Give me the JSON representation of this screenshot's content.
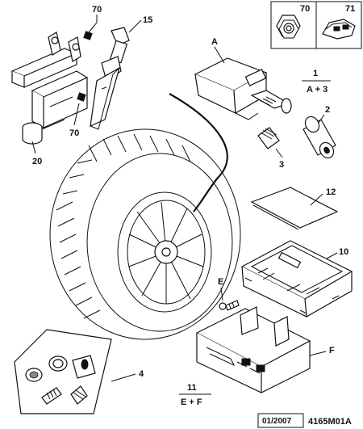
{
  "callouts": {
    "part_70_top": "70",
    "part_15": "15",
    "part_70_side": "70",
    "part_20": "20",
    "part_A": "A",
    "part_1": "1",
    "part_1_note": "A + 3",
    "part_2": "2",
    "part_3": "3",
    "part_12": "12",
    "part_10": "10",
    "part_E": "E",
    "part_F": "F",
    "part_4": "4",
    "part_11": "11",
    "part_11_note": "E + F"
  },
  "inset_panels": {
    "left_label": "70",
    "right_label": "71"
  },
  "footer": {
    "date": "01/2007",
    "reference": "4165M01A"
  }
}
